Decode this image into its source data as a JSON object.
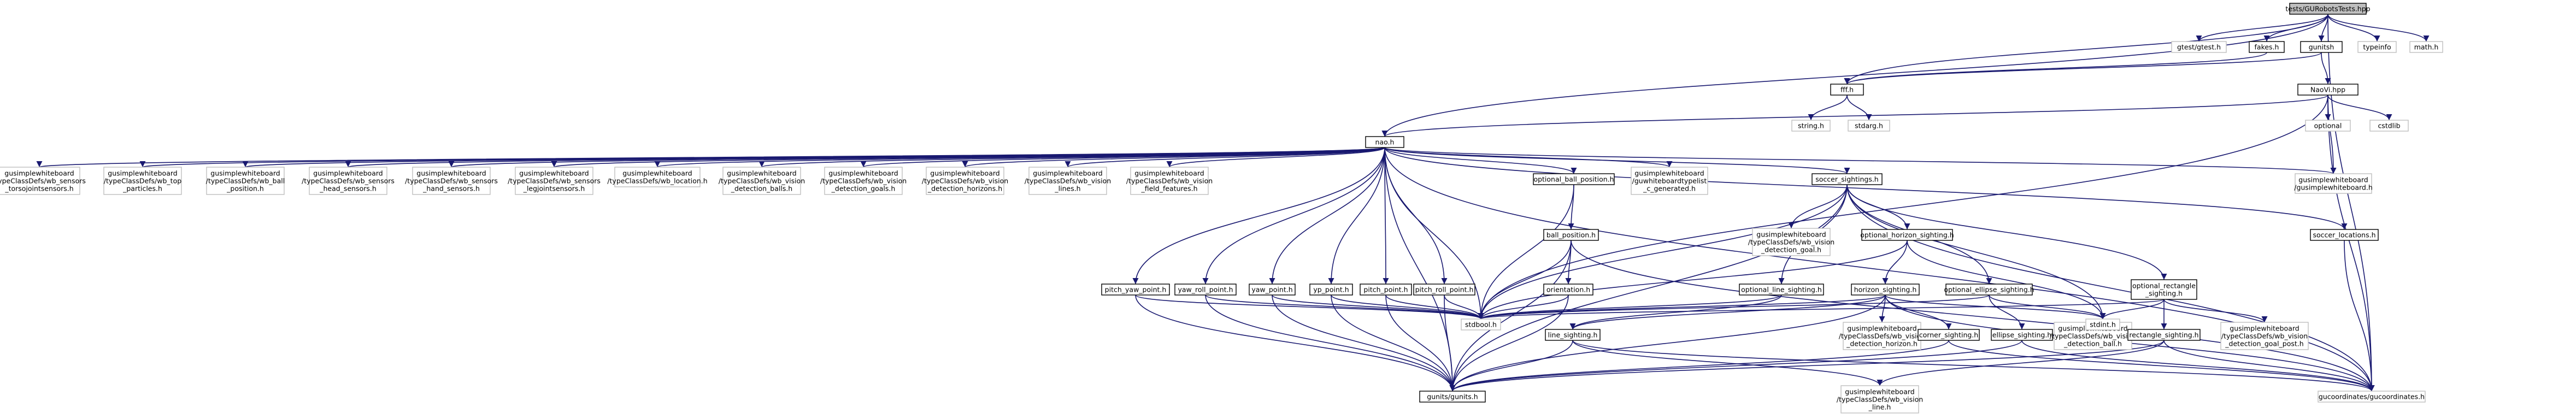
{
  "nodes": [
    {
      "id": "root",
      "lines": [
        "tests/GURobotsTests.hpp"
      ],
      "style": "root"
    },
    {
      "id": "gtest",
      "lines": [
        "gtest/gtest.h"
      ],
      "style": "ext"
    },
    {
      "id": "fakes",
      "lines": [
        "fakes.h"
      ],
      "style": "normal"
    },
    {
      "id": "gunitsh",
      "lines": [
        "gunitsh"
      ],
      "style": "normal"
    },
    {
      "id": "typeinfo",
      "lines": [
        "typeinfo"
      ],
      "style": "ext"
    },
    {
      "id": "mathh",
      "lines": [
        "math.h"
      ],
      "style": "ext"
    },
    {
      "id": "fffh",
      "lines": [
        "fff.h"
      ],
      "style": "normal"
    },
    {
      "id": "navvih",
      "lines": [
        "NaoVi.hpp"
      ],
      "style": "normal"
    },
    {
      "id": "stringh",
      "lines": [
        "string.h"
      ],
      "style": "ext"
    },
    {
      "id": "stdargh",
      "lines": [
        "stdarg.h"
      ],
      "style": "ext"
    },
    {
      "id": "optional",
      "lines": [
        "optional"
      ],
      "style": "ext"
    },
    {
      "id": "cstdlib",
      "lines": [
        "cstdlib"
      ],
      "style": "ext"
    },
    {
      "id": "naoh",
      "lines": [
        "nao.h"
      ],
      "style": "normal"
    },
    {
      "id": "wb_sensors_torso",
      "lines": [
        "gusimplewhiteboard",
        "/typeClassDefs/wb_sensors",
        "_torsojointsensors.h"
      ],
      "style": "ext"
    },
    {
      "id": "wb_top_particles",
      "lines": [
        "gusimplewhiteboard",
        "/typeClassDefs/wb_top",
        "_particles.h"
      ],
      "style": "ext"
    },
    {
      "id": "wb_ball_position",
      "lines": [
        "gusimplewhiteboard",
        "/typeClassDefs/wb_ball",
        "_position.h"
      ],
      "style": "ext"
    },
    {
      "id": "wb_sensors_head",
      "lines": [
        "gusimplewhiteboard",
        "/typeClassDefs/wb_sensors",
        "_head_sensors.h"
      ],
      "style": "ext"
    },
    {
      "id": "wb_sensors_hand",
      "lines": [
        "gusimplewhiteboard",
        "/typeClassDefs/wb_sensors",
        "_hand_sensors.h"
      ],
      "style": "ext"
    },
    {
      "id": "wb_sensors_leg",
      "lines": [
        "gusimplewhiteboard",
        "/typeClassDefs/wb_sensors",
        "_legjointsensors.h"
      ],
      "style": "ext"
    },
    {
      "id": "wb_location",
      "lines": [
        "gusimplewhiteboard",
        "/typeClassDefs/wb_location.h"
      ],
      "style": "ext"
    },
    {
      "id": "wb_vision_balls",
      "lines": [
        "gusimplewhiteboard",
        "/typeClassDefs/wb_vision",
        "_detection_balls.h"
      ],
      "style": "ext"
    },
    {
      "id": "wb_vision_goals",
      "lines": [
        "gusimplewhiteboard",
        "/typeClassDefs/wb_vision",
        "_detection_goals.h"
      ],
      "style": "ext"
    },
    {
      "id": "wb_vision_horizons",
      "lines": [
        "gusimplewhiteboard",
        "/typeClassDefs/wb_vision",
        "_detection_horizons.h"
      ],
      "style": "ext"
    },
    {
      "id": "wb_vision_lines",
      "lines": [
        "gusimplewhiteboard",
        "/typeClassDefs/wb_vision",
        "_lines.h"
      ],
      "style": "ext"
    },
    {
      "id": "wb_vision_field",
      "lines": [
        "gusimplewhiteboard",
        "/typeClassDefs/wb_vision",
        "_field_features.h"
      ],
      "style": "ext"
    },
    {
      "id": "optional_ball_position",
      "lines": [
        "optional_ball_position.h"
      ],
      "style": "normal"
    },
    {
      "id": "typelist",
      "lines": [
        "gusimplewhiteboard",
        "/guwhiteboardtypelist",
        "_c_generated.h"
      ],
      "style": "ext"
    },
    {
      "id": "soccer_sightings",
      "lines": [
        "soccer_sightings.h"
      ],
      "style": "normal"
    },
    {
      "id": "gusimplewhiteboard_h",
      "lines": [
        "gusimplewhiteboard",
        "/gusimplewhiteboard.h"
      ],
      "style": "ext"
    },
    {
      "id": "ball_position",
      "lines": [
        "ball_position.h"
      ],
      "style": "normal"
    },
    {
      "id": "wb_vision_goal",
      "lines": [
        "gusimplewhiteboard",
        "/typeClassDefs/wb_vision",
        "_detection_goal.h"
      ],
      "style": "ext"
    },
    {
      "id": "optional_horizon_sighting",
      "lines": [
        "optional_horizon_sighting.h"
      ],
      "style": "normal"
    },
    {
      "id": "soccer_locations",
      "lines": [
        "soccer_locations.h"
      ],
      "style": "normal"
    },
    {
      "id": "optional_line_sighting",
      "lines": [
        "optional_line_sighting.h"
      ],
      "style": "normal"
    },
    {
      "id": "horizon_sighting",
      "lines": [
        "horizon_sighting.h"
      ],
      "style": "normal"
    },
    {
      "id": "optional_ellipse_sighting",
      "lines": [
        "optional_ellipse_sighting.h"
      ],
      "style": "normal"
    },
    {
      "id": "optional_rectangle_sighting",
      "lines": [
        "optional_rectangle",
        "_sighting.h"
      ],
      "style": "normal"
    },
    {
      "id": "orientation",
      "lines": [
        "orientation.h"
      ],
      "style": "normal"
    },
    {
      "id": "pitch_yaw_point",
      "lines": [
        "pitch_yaw_point.h"
      ],
      "style": "normal"
    },
    {
      "id": "yaw_roll_point",
      "lines": [
        "yaw_roll_point.h"
      ],
      "style": "normal"
    },
    {
      "id": "yaw_point",
      "lines": [
        "yaw_point.h"
      ],
      "style": "normal"
    },
    {
      "id": "yp_point",
      "lines": [
        "yp_point.h"
      ],
      "style": "normal"
    },
    {
      "id": "pitch_point",
      "lines": [
        "pitch_point.h"
      ],
      "style": "normal"
    },
    {
      "id": "pitch_roll_point",
      "lines": [
        "pitch_roll_point.h"
      ],
      "style": "normal"
    },
    {
      "id": "stdbool",
      "lines": [
        "stdbool.h"
      ],
      "style": "ext"
    },
    {
      "id": "line_sighting",
      "lines": [
        "line_sighting.h"
      ],
      "style": "normal"
    },
    {
      "id": "wb_vision_horizon",
      "lines": [
        "gusimplewhiteboard",
        "/typeClassDefs/wb_vision",
        "_detection_horizon.h"
      ],
      "style": "ext"
    },
    {
      "id": "corner_sighting",
      "lines": [
        "corner_sighting.h"
      ],
      "style": "normal"
    },
    {
      "id": "ellipse_sighting",
      "lines": [
        "ellipse_sighting.h"
      ],
      "style": "normal"
    },
    {
      "id": "wb_vision_ball",
      "lines": [
        "gusimplewhiteboard",
        "/typeClassDefs/wb_vision",
        "_detection_ball.h"
      ],
      "style": "ext"
    },
    {
      "id": "stdinth",
      "lines": [
        "stdint.h"
      ],
      "style": "ext"
    },
    {
      "id": "rectangle_sighting",
      "lines": [
        "rectangle_sighting.h"
      ],
      "style": "normal"
    },
    {
      "id": "wb_vision_goal_post",
      "lines": [
        "gusimplewhiteboard",
        "/typeClassDefs/wb_vision",
        "_detection_goal_post.h"
      ],
      "style": "ext"
    },
    {
      "id": "gunits_h",
      "lines": [
        "gunits/gunits.h"
      ],
      "style": "normal"
    },
    {
      "id": "wb_vision_line",
      "lines": [
        "gusimplewhiteboard",
        "/typeClassDefs/wb_vision",
        "_line.h"
      ],
      "style": "ext"
    },
    {
      "id": "gucoordinates_h",
      "lines": [
        "gucoordinates/gucoordinates.h"
      ],
      "style": "ext"
    }
  ],
  "edges": [
    [
      "root",
      "gtest"
    ],
    [
      "root",
      "fakes"
    ],
    [
      "root",
      "gunitsh"
    ],
    [
      "root",
      "typeinfo"
    ],
    [
      "root",
      "mathh"
    ],
    [
      "root",
      "fffh"
    ],
    [
      "root",
      "naoh"
    ],
    [
      "root",
      "gucoordinates_h"
    ],
    [
      "fakes",
      "fffh"
    ],
    [
      "gunitsh",
      "navvih"
    ],
    [
      "gunitsh",
      "fffh"
    ],
    [
      "fffh",
      "stringh"
    ],
    [
      "fffh",
      "stdargh"
    ],
    [
      "navvih",
      "optional"
    ],
    [
      "navvih",
      "cstdlib"
    ],
    [
      "navvih",
      "naoh"
    ],
    [
      "navvih",
      "gusimplewhiteboard_h"
    ],
    [
      "navvih",
      "gucoordinates_h"
    ],
    [
      "navvih",
      "stdbool"
    ],
    [
      "naoh",
      "wb_sensors_torso"
    ],
    [
      "naoh",
      "wb_top_particles"
    ],
    [
      "naoh",
      "wb_ball_position"
    ],
    [
      "naoh",
      "wb_sensors_head"
    ],
    [
      "naoh",
      "wb_sensors_hand"
    ],
    [
      "naoh",
      "wb_sensors_leg"
    ],
    [
      "naoh",
      "wb_location"
    ],
    [
      "naoh",
      "wb_vision_balls"
    ],
    [
      "naoh",
      "wb_vision_goals"
    ],
    [
      "naoh",
      "wb_vision_horizons"
    ],
    [
      "naoh",
      "wb_vision_lines"
    ],
    [
      "naoh",
      "wb_vision_field"
    ],
    [
      "naoh",
      "optional_ball_position"
    ],
    [
      "naoh",
      "typelist"
    ],
    [
      "naoh",
      "soccer_sightings"
    ],
    [
      "naoh",
      "gusimplewhiteboard_h"
    ],
    [
      "naoh",
      "soccer_locations"
    ],
    [
      "naoh",
      "pitch_yaw_point"
    ],
    [
      "naoh",
      "yaw_roll_point"
    ],
    [
      "naoh",
      "yaw_point"
    ],
    [
      "naoh",
      "yp_point"
    ],
    [
      "naoh",
      "pitch_point"
    ],
    [
      "naoh",
      "pitch_roll_point"
    ],
    [
      "naoh",
      "stdbool"
    ],
    [
      "naoh",
      "gunits_h"
    ],
    [
      "naoh",
      "gucoordinates_h"
    ],
    [
      "optional_ball_position",
      "ball_position"
    ],
    [
      "optional_ball_position",
      "stdbool"
    ],
    [
      "ball_position",
      "orientation"
    ],
    [
      "ball_position",
      "stdbool"
    ],
    [
      "ball_position",
      "gunits_h"
    ],
    [
      "ball_position",
      "gucoordinates_h"
    ],
    [
      "orientation",
      "stdbool"
    ],
    [
      "orientation",
      "gunits_h"
    ],
    [
      "soccer_sightings",
      "wb_vision_goal"
    ],
    [
      "soccer_sightings",
      "optional_horizon_sighting"
    ],
    [
      "soccer_sightings",
      "optional_line_sighting"
    ],
    [
      "soccer_sightings",
      "optional_ellipse_sighting"
    ],
    [
      "soccer_sightings",
      "optional_rectangle_sighting"
    ],
    [
      "soccer_sightings",
      "stdbool"
    ],
    [
      "soccer_sightings",
      "stdinth"
    ],
    [
      "soccer_sightings",
      "gucoordinates_h"
    ],
    [
      "soccer_sightings",
      "gunits_h"
    ],
    [
      "optional_horizon_sighting",
      "horizon_sighting"
    ],
    [
      "optional_horizon_sighting",
      "stdbool"
    ],
    [
      "optional_horizon_sighting",
      "stdinth"
    ],
    [
      "optional_line_sighting",
      "line_sighting"
    ],
    [
      "optional_line_sighting",
      "stdbool"
    ],
    [
      "optional_ellipse_sighting",
      "ellipse_sighting"
    ],
    [
      "optional_ellipse_sighting",
      "stdbool"
    ],
    [
      "optional_ellipse_sighting",
      "stdinth"
    ],
    [
      "optional_rectangle_sighting",
      "rectangle_sighting"
    ],
    [
      "optional_rectangle_sighting",
      "wb_vision_goal_post"
    ],
    [
      "optional_rectangle_sighting",
      "stdbool"
    ],
    [
      "optional_rectangle_sighting",
      "stdinth"
    ],
    [
      "horizon_sighting",
      "line_sighting"
    ],
    [
      "horizon_sighting",
      "wb_vision_horizon"
    ],
    [
      "horizon_sighting",
      "corner_sighting"
    ],
    [
      "horizon_sighting",
      "stdbool"
    ],
    [
      "horizon_sighting",
      "stdinth"
    ],
    [
      "horizon_sighting",
      "gucoordinates_h"
    ],
    [
      "horizon_sighting",
      "gunits_h"
    ],
    [
      "line_sighting",
      "wb_vision_line"
    ],
    [
      "line_sighting",
      "gunits_h"
    ],
    [
      "line_sighting",
      "gucoordinates_h"
    ],
    [
      "corner_sighting",
      "gunits_h"
    ],
    [
      "corner_sighting",
      "gucoordinates_h"
    ],
    [
      "ellipse_sighting",
      "wb_vision_ball"
    ],
    [
      "ellipse_sighting",
      "gunits_h"
    ],
    [
      "ellipse_sighting",
      "gucoordinates_h"
    ],
    [
      "rectangle_sighting",
      "wb_vision_line"
    ],
    [
      "rectangle_sighting",
      "gunits_h"
    ],
    [
      "rectangle_sighting",
      "gucoordinates_h"
    ],
    [
      "soccer_locations",
      "gucoordinates_h"
    ],
    [
      "pitch_yaw_point",
      "stdbool"
    ],
    [
      "pitch_yaw_point",
      "gunits_h"
    ],
    [
      "yaw_roll_point",
      "stdbool"
    ],
    [
      "yaw_roll_point",
      "gunits_h"
    ],
    [
      "yaw_point",
      "stdbool"
    ],
    [
      "yaw_point",
      "gunits_h"
    ],
    [
      "yp_point",
      "stdbool"
    ],
    [
      "yp_point",
      "gunits_h"
    ],
    [
      "pitch_point",
      "stdbool"
    ],
    [
      "pitch_point",
      "gunits_h"
    ],
    [
      "pitch_roll_point",
      "stdbool"
    ],
    [
      "pitch_roll_point",
      "gunits_h"
    ]
  ]
}
